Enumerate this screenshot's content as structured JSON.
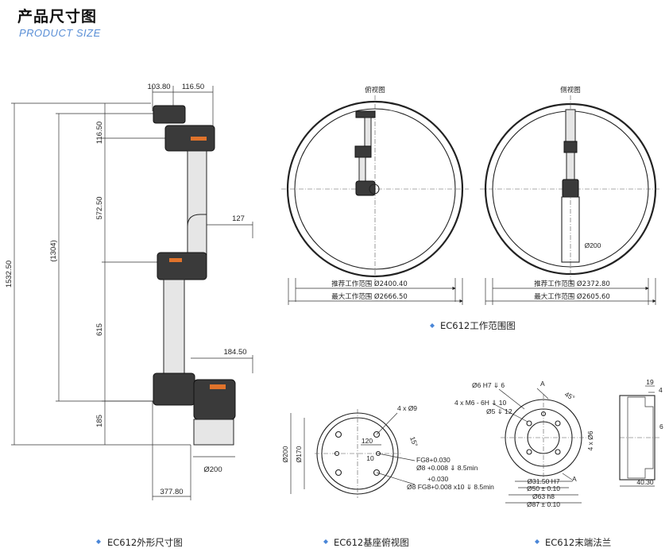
{
  "header": {
    "title": "产品尺寸图",
    "subtitle": "PRODUCT SIZE"
  },
  "outline": {
    "caption": "EC612外形尺寸图",
    "dims": {
      "top_left": "103.80",
      "top_right": "116.50",
      "v_116": "116.50",
      "v_572": "572.50",
      "v_1304": "(1304)",
      "v_1532": "1532.50",
      "v_615": "615",
      "v_185": "185",
      "h_127": "127",
      "h_184": "184.50",
      "base_dia": "Ø200",
      "bottom": "377.80"
    }
  },
  "workspace": {
    "caption": "EC612工作范围图",
    "top_view": {
      "title": "俯视图",
      "rec": "推荐工作范围 Ø2400.40",
      "max": "最大工作范围 Ø2666.50"
    },
    "side_view": {
      "title": "侧视图",
      "rec": "推荐工作范围 Ø2372.80",
      "max": "最大工作范围 Ø2605.60",
      "inner": "Ø200"
    }
  },
  "base": {
    "caption": "EC612基座俯视图",
    "labels": {
      "holes": "4 x Ø9",
      "angle": "15°",
      "d200": "Ø200",
      "d170": "Ø170",
      "d120": "120",
      "d10": "10",
      "fg1a": "Ø8 +0.008 ⇓ 8.5min",
      "fg1b": "FG8+0.030",
      "fg2a": "+0.030",
      "fg2b": "Ø8 FG8+0.008 x10 ⇓ 8.5min"
    }
  },
  "flange": {
    "caption": "EC612末端法兰",
    "labels": {
      "h7": "Ø6 H7 ⇓ 6",
      "m6": "4 x M6 - 6H ⇓ 10",
      "d5": "Ø5 ⇓ 12",
      "a_top": "A",
      "a_bot": "A",
      "ang": "45°",
      "x4": "4 x Ø6",
      "d31": "Ø31.50 H7",
      "d50": "Ø50 ± 0.10",
      "d63": "Ø63 h8",
      "d87": "Ø87 ± 0.10",
      "s19": "19",
      "s4": "4",
      "s6": "6",
      "s40": "40.30"
    }
  }
}
